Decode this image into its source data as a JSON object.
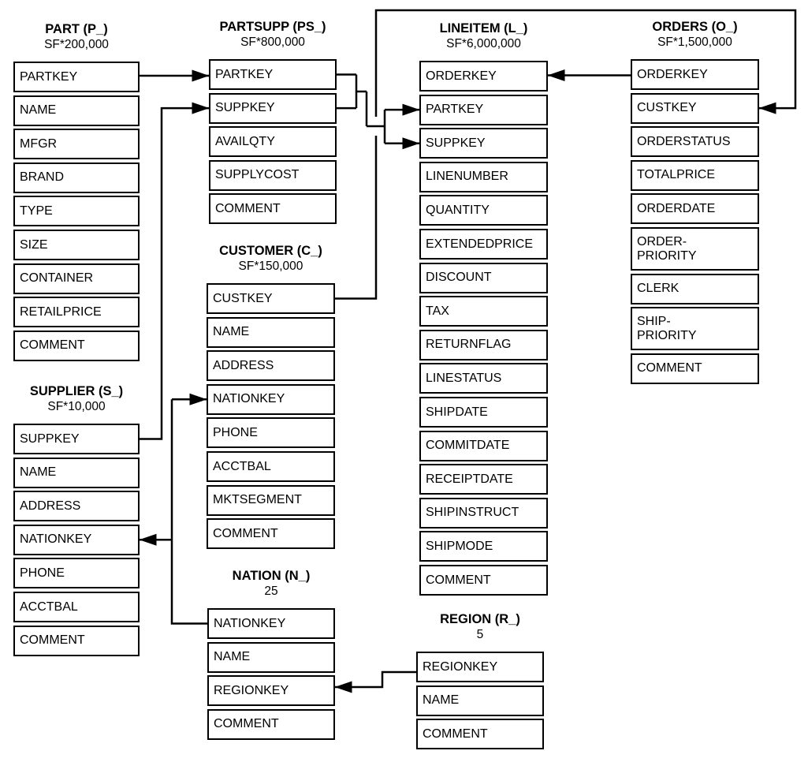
{
  "diagram": {
    "kind": "tpch-schema",
    "colors": {
      "line": "#000000",
      "fill": "#ffffff",
      "text": "#000000"
    }
  },
  "tables": [
    {
      "id": "part",
      "name": "PART (P_)",
      "cardinality": "SF*200,000",
      "fields": [
        "PARTKEY",
        "NAME",
        "MFGR",
        "BRAND",
        "TYPE",
        "SIZE",
        "CONTAINER",
        "RETAILPRICE",
        "COMMENT"
      ]
    },
    {
      "id": "partsupp",
      "name": "PARTSUPP (PS_)",
      "cardinality": "SF*800,000",
      "fields": [
        "PARTKEY",
        "SUPPKEY",
        "AVAILQTY",
        "SUPPLYCOST",
        "COMMENT"
      ]
    },
    {
      "id": "lineitem",
      "name": "LINEITEM (L_)",
      "cardinality": "SF*6,000,000",
      "fields": [
        "ORDERKEY",
        "PARTKEY",
        "SUPPKEY",
        "LINENUMBER",
        "QUANTITY",
        "EXTENDEDPRICE",
        "DISCOUNT",
        "TAX",
        "RETURNFLAG",
        "LINESTATUS",
        "SHIPDATE",
        "COMMITDATE",
        "RECEIPTDATE",
        "SHIPINSTRUCT",
        "SHIPMODE",
        "COMMENT"
      ]
    },
    {
      "id": "orders",
      "name": "ORDERS (O_)",
      "cardinality": "SF*1,500,000",
      "fields": [
        "ORDERKEY",
        "CUSTKEY",
        "ORDERSTATUS",
        "TOTALPRICE",
        "ORDERDATE",
        "ORDER-\nPRIORITY",
        "CLERK",
        "SHIP-\nPRIORITY",
        "COMMENT"
      ]
    },
    {
      "id": "customer",
      "name": "CUSTOMER (C_)",
      "cardinality": "SF*150,000",
      "fields": [
        "CUSTKEY",
        "NAME",
        "ADDRESS",
        "NATIONKEY",
        "PHONE",
        "ACCTBAL",
        "MKTSEGMENT",
        "COMMENT"
      ]
    },
    {
      "id": "supplier",
      "name": "SUPPLIER (S_)",
      "cardinality": "SF*10,000",
      "fields": [
        "SUPPKEY",
        "NAME",
        "ADDRESS",
        "NATIONKEY",
        "PHONE",
        "ACCTBAL",
        "COMMENT"
      ]
    },
    {
      "id": "nation",
      "name": "NATION (N_)",
      "cardinality": "25",
      "fields": [
        "NATIONKEY",
        "NAME",
        "REGIONKEY",
        "COMMENT"
      ]
    },
    {
      "id": "region",
      "name": "REGION (R_)",
      "cardinality": "5",
      "fields": [
        "REGIONKEY",
        "NAME",
        "COMMENT"
      ]
    }
  ],
  "connections": [
    {
      "from": "part.PARTKEY",
      "to": "partsupp.PARTKEY"
    },
    {
      "from": "supplier.SUPPKEY",
      "to": "partsupp.SUPPKEY"
    },
    {
      "from": "partsupp.PARTKEY",
      "to": "lineitem.PARTKEY"
    },
    {
      "from": "partsupp.SUPPKEY",
      "to": "lineitem.SUPPKEY"
    },
    {
      "from": "orders.ORDERKEY",
      "to": "lineitem.ORDERKEY"
    },
    {
      "from": "customer.CUSTKEY",
      "to": "orders.CUSTKEY"
    },
    {
      "from": "nation.NATIONKEY",
      "to": "customer.NATIONKEY"
    },
    {
      "from": "nation.NATIONKEY",
      "to": "supplier.NATIONKEY"
    },
    {
      "from": "region.REGIONKEY",
      "to": "nation.REGIONKEY"
    }
  ]
}
